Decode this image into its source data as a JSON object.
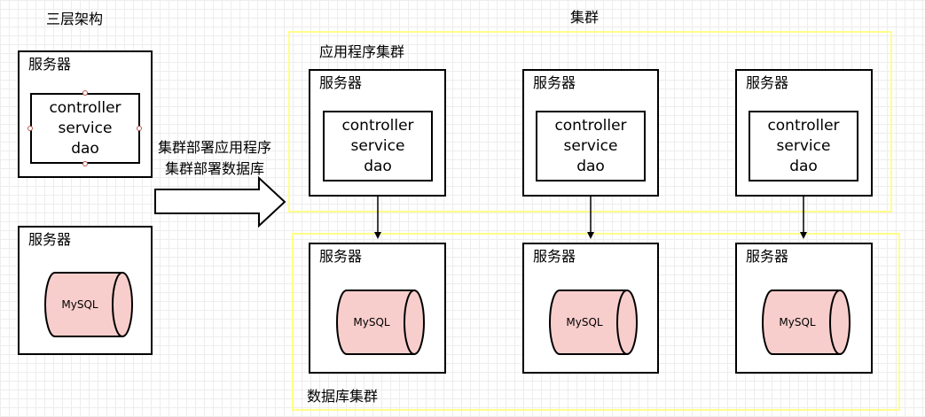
{
  "left_title": "三层架构",
  "right_title": "集群",
  "arrow": {
    "line1": "集群部署应用程序",
    "line2": "集群部署数据库"
  },
  "app_cluster_label": "应用程序集群",
  "db_cluster_label": "数据库集群",
  "server_label": "服务器",
  "layers": [
    "controller",
    "service",
    "dao"
  ],
  "db_label": "MySQL",
  "colors": {
    "db_fill": "#f8cecc",
    "cluster_border": "#ffff88",
    "grid": "#ededed"
  }
}
